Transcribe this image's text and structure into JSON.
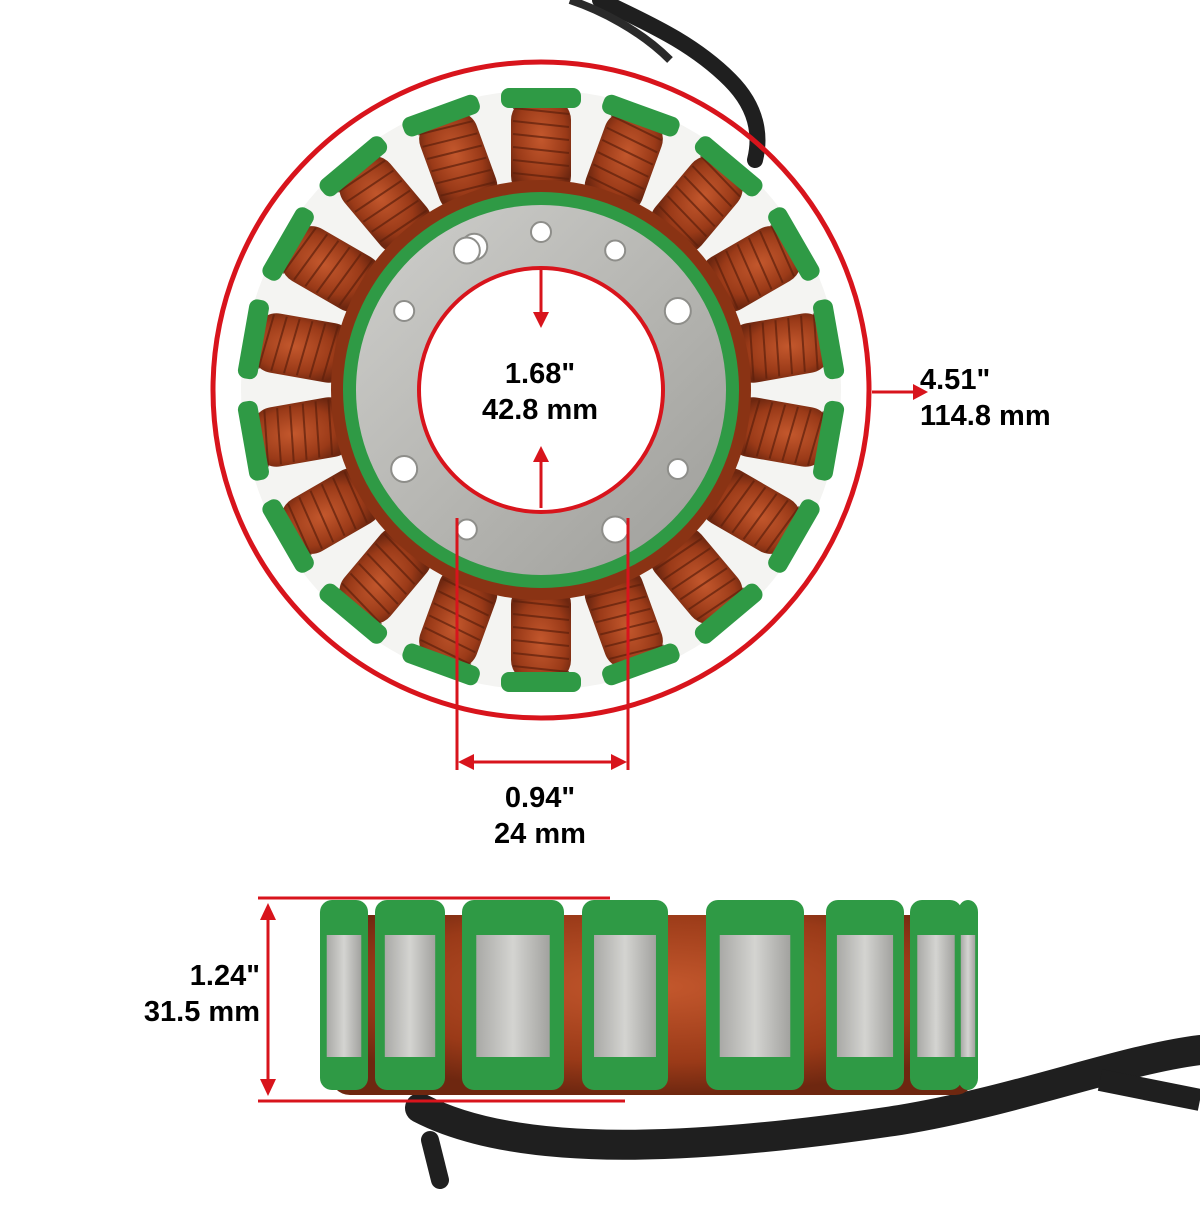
{
  "colors": {
    "dimension": "#d8141c",
    "background": "#ffffff",
    "copper": "#a23d1a",
    "insulation": "#2f9a45",
    "steel": "#b8b8b4",
    "cable": "#1f1f1f"
  },
  "dimensions": {
    "outer_diameter": {
      "inch": "4.51\"",
      "mm": "114.8 mm"
    },
    "inner_diameter": {
      "inch": "1.68\"",
      "mm": "42.8 mm"
    },
    "hole_spacing": {
      "inch": "0.94\"",
      "mm": "24 mm"
    },
    "stack_height": {
      "inch": "1.24\"",
      "mm": "31.5 mm"
    }
  }
}
